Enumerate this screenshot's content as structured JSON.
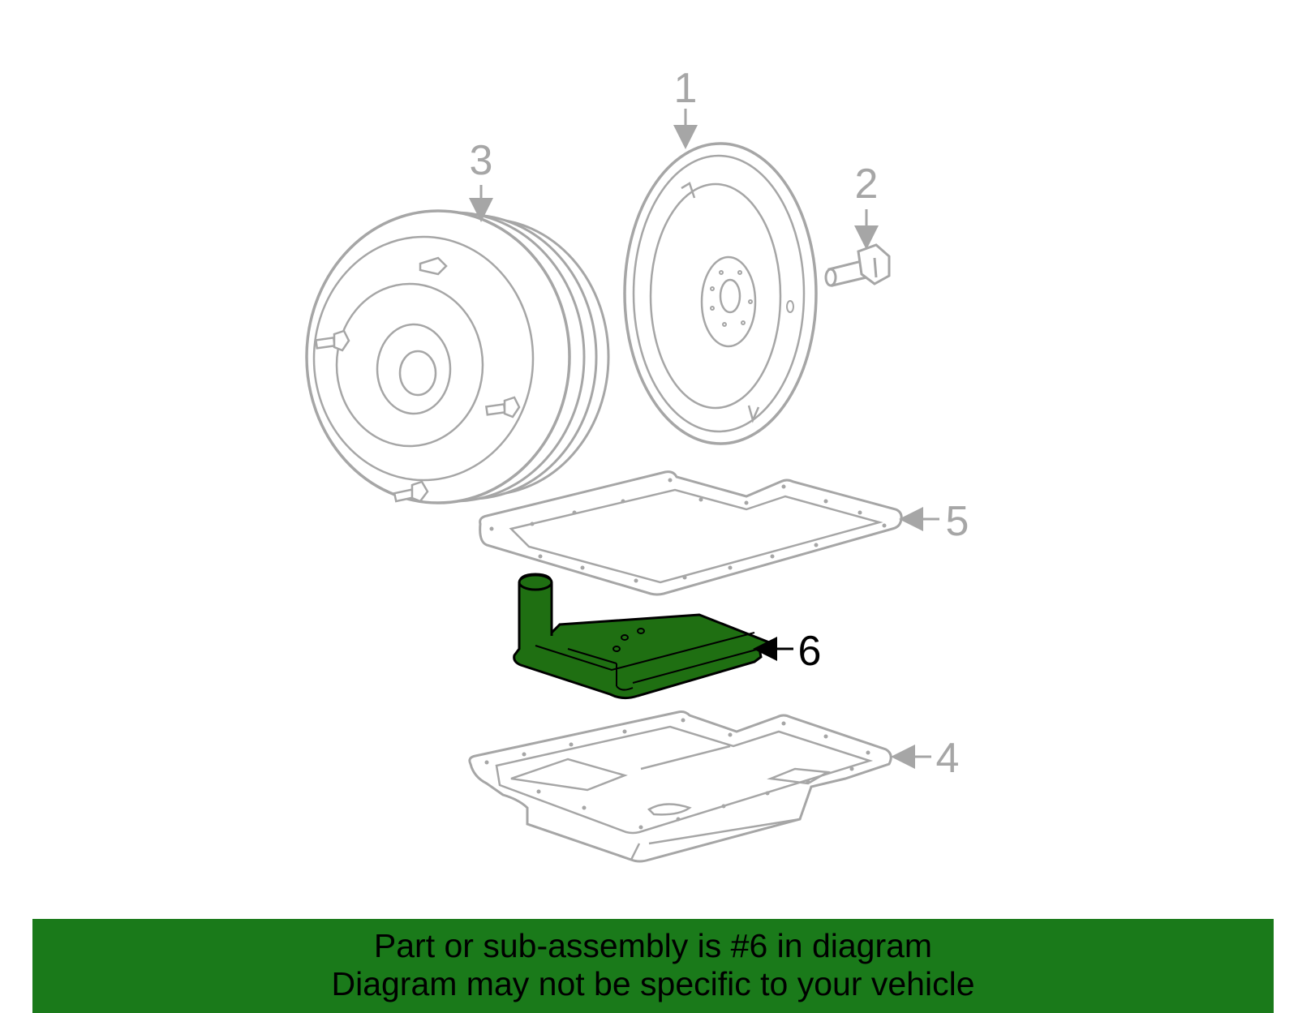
{
  "colors": {
    "part_outline": "#a6a6a6",
    "highlight_fill": "#1f6f12",
    "highlight_outline": "#000000",
    "banner_background": "#1a7a1a",
    "banner_text": "#000000"
  },
  "callouts": [
    {
      "id": "1",
      "label": "1",
      "part": "flexplate",
      "highlighted": false
    },
    {
      "id": "2",
      "label": "2",
      "part": "flexplate-bolt",
      "highlighted": false
    },
    {
      "id": "3",
      "label": "3",
      "part": "torque-converter",
      "highlighted": false
    },
    {
      "id": "4",
      "label": "4",
      "part": "transmission-oil-pan",
      "highlighted": false
    },
    {
      "id": "5",
      "label": "5",
      "part": "oil-pan-gasket",
      "highlighted": false
    },
    {
      "id": "6",
      "label": "6",
      "part": "transmission-filter",
      "highlighted": true
    }
  ],
  "banner": {
    "line1": "Part or sub-assembly is #6 in diagram",
    "line2": "Diagram may not be specific to your vehicle"
  }
}
